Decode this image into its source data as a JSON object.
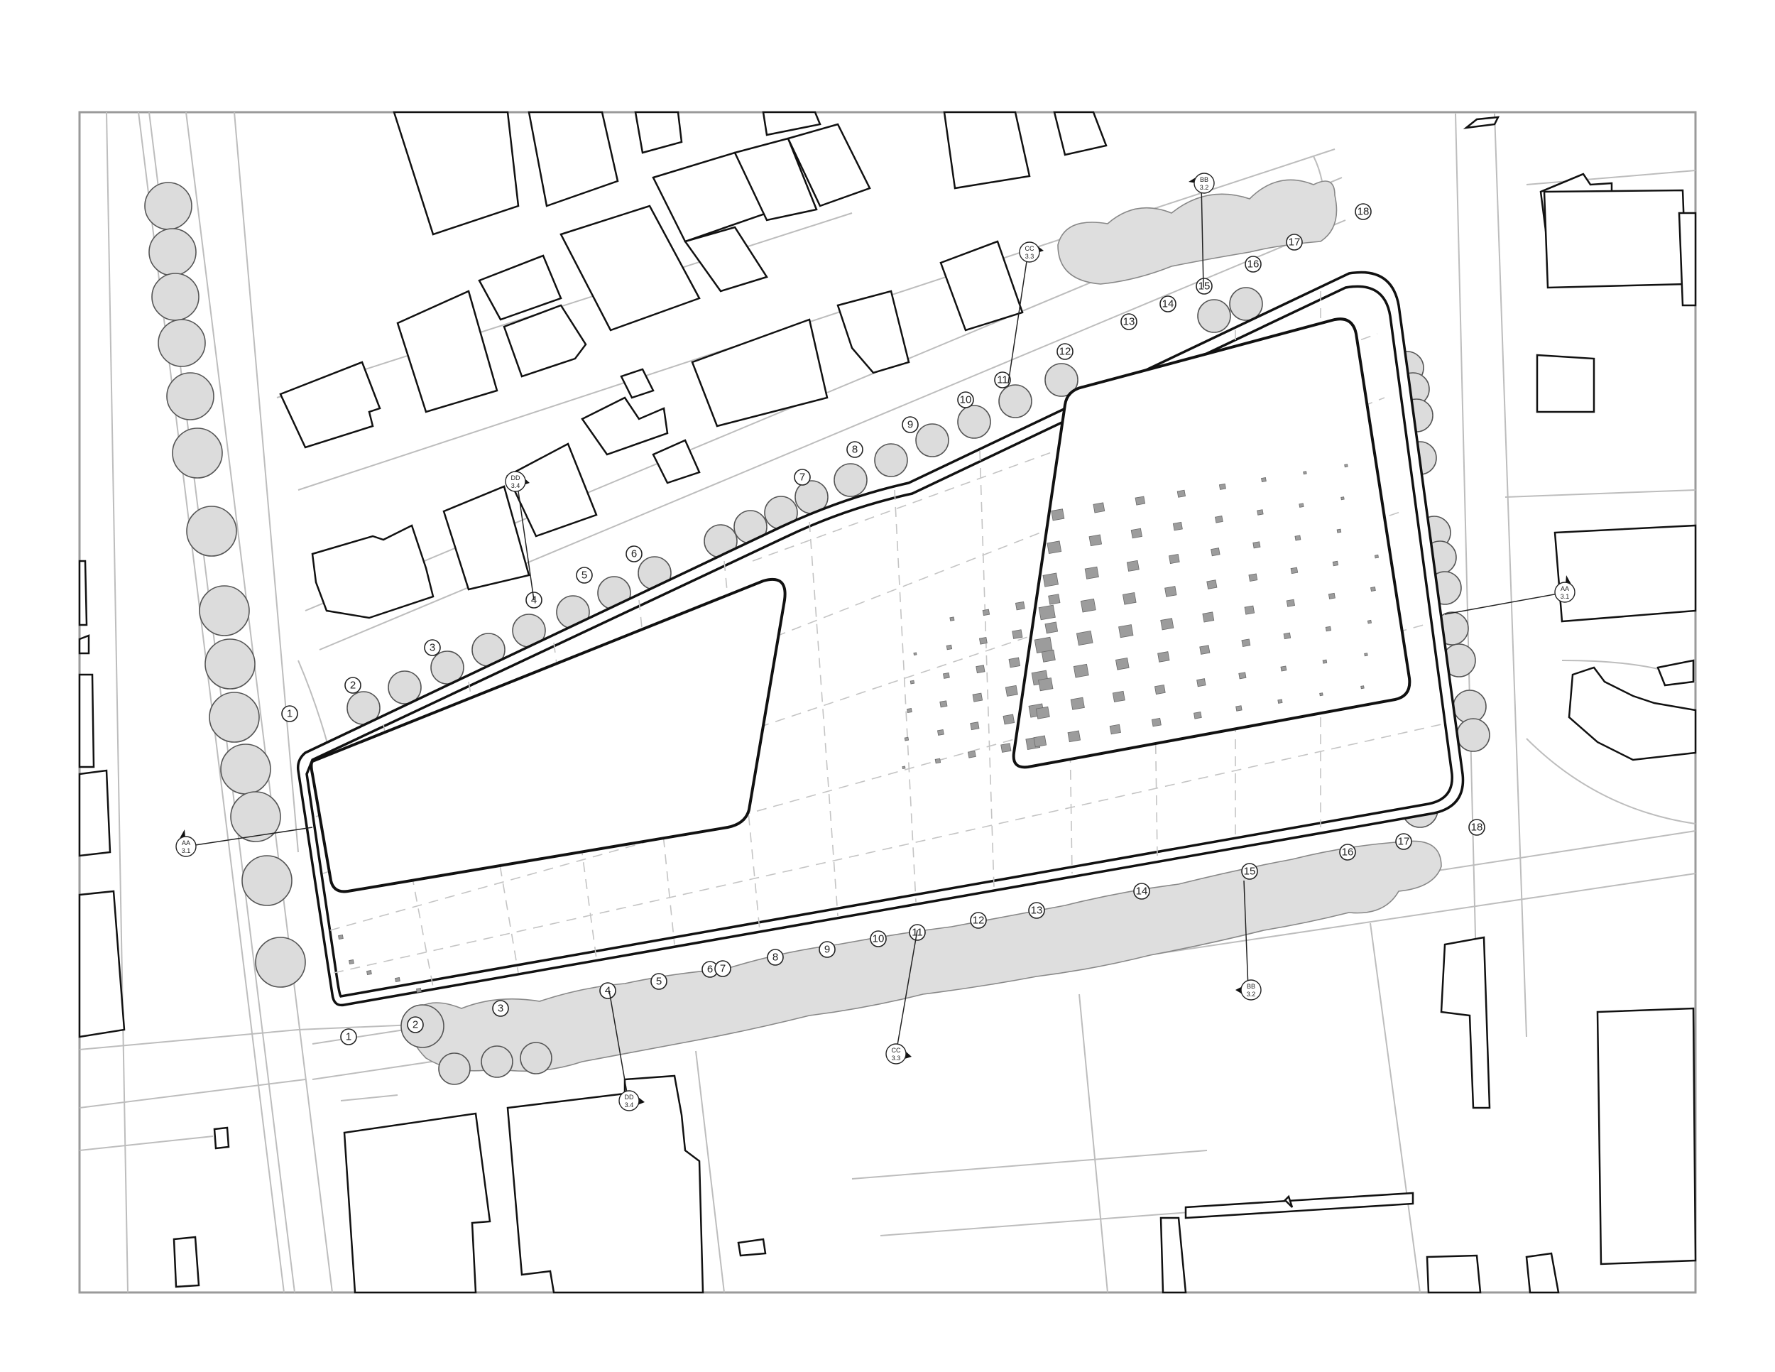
{
  "colors": {
    "building_outline": "#111111",
    "context_lines": "#bdbdbd",
    "tree_fill": "#dcdcdc",
    "canopy_fill": "#dedede",
    "skylight_fill": "#9c9c9c"
  },
  "north_tags": {
    "labels": [
      "1",
      "2",
      "3",
      "4",
      "5",
      "6",
      "7",
      "8",
      "9",
      "10",
      "11",
      "12",
      "13",
      "14",
      "15",
      "16",
      "17",
      "18"
    ]
  },
  "south_tags": {
    "labels": [
      "1",
      "2",
      "3",
      "4",
      "5",
      "6",
      "7",
      "8",
      "9",
      "10",
      "11",
      "12",
      "13",
      "14",
      "15",
      "16",
      "17",
      "18"
    ]
  },
  "section_markers": [
    {
      "letters": "AA",
      "number": "3.1"
    },
    {
      "letters": "AA",
      "number": "3.1"
    },
    {
      "letters": "BB",
      "number": "3.2"
    },
    {
      "letters": "BB",
      "number": "3.2"
    },
    {
      "letters": "CC",
      "number": "3.3"
    },
    {
      "letters": "CC",
      "number": "3.3"
    },
    {
      "letters": "DD",
      "number": "3.4"
    },
    {
      "letters": "DD",
      "number": "3.4"
    }
  ]
}
